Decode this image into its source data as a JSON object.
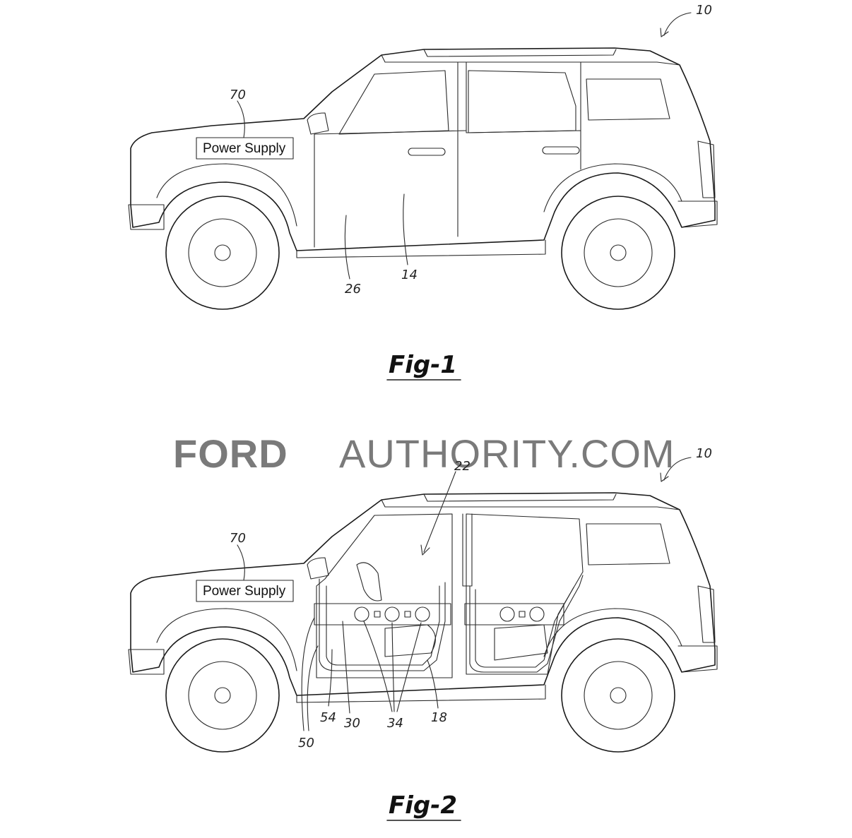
{
  "figures": [
    {
      "id": "fig1",
      "caption": "Fig-1",
      "component_label": "Power Supply",
      "refs": {
        "vehicle": "10",
        "power_supply": "70",
        "door": "26",
        "body": "14"
      }
    },
    {
      "id": "fig2",
      "caption": "Fig-2",
      "component_label": "Power Supply",
      "refs": {
        "vehicle": "10",
        "power_supply": "70",
        "cabin": "22",
        "hinge": "50",
        "strip": "54",
        "rail": "30",
        "outlets": "34",
        "sill": "18"
      }
    }
  ],
  "watermark": {
    "brand": "FORD",
    "suffix": "AUTHORITY.COM"
  }
}
